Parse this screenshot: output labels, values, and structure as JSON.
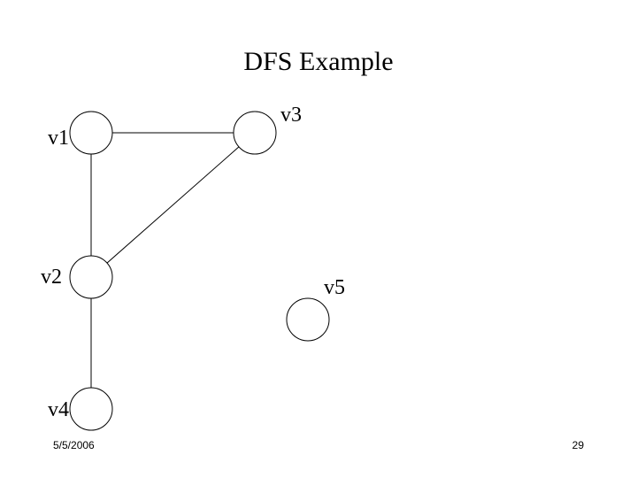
{
  "slide": {
    "title": "DFS Example",
    "date": "5/5/2006",
    "page_number": "29"
  },
  "graph": {
    "nodes": [
      {
        "id": "v1",
        "label": "v1"
      },
      {
        "id": "v2",
        "label": "v2"
      },
      {
        "id": "v3",
        "label": "v3"
      },
      {
        "id": "v4",
        "label": "v4"
      },
      {
        "id": "v5",
        "label": "v5"
      }
    ],
    "edges": [
      [
        "v1",
        "v3"
      ],
      [
        "v1",
        "v2"
      ],
      [
        "v2",
        "v3"
      ],
      [
        "v2",
        "v4"
      ]
    ]
  },
  "colors": {
    "background": "#ffffff",
    "stroke": "#000000",
    "text": "#000000"
  }
}
